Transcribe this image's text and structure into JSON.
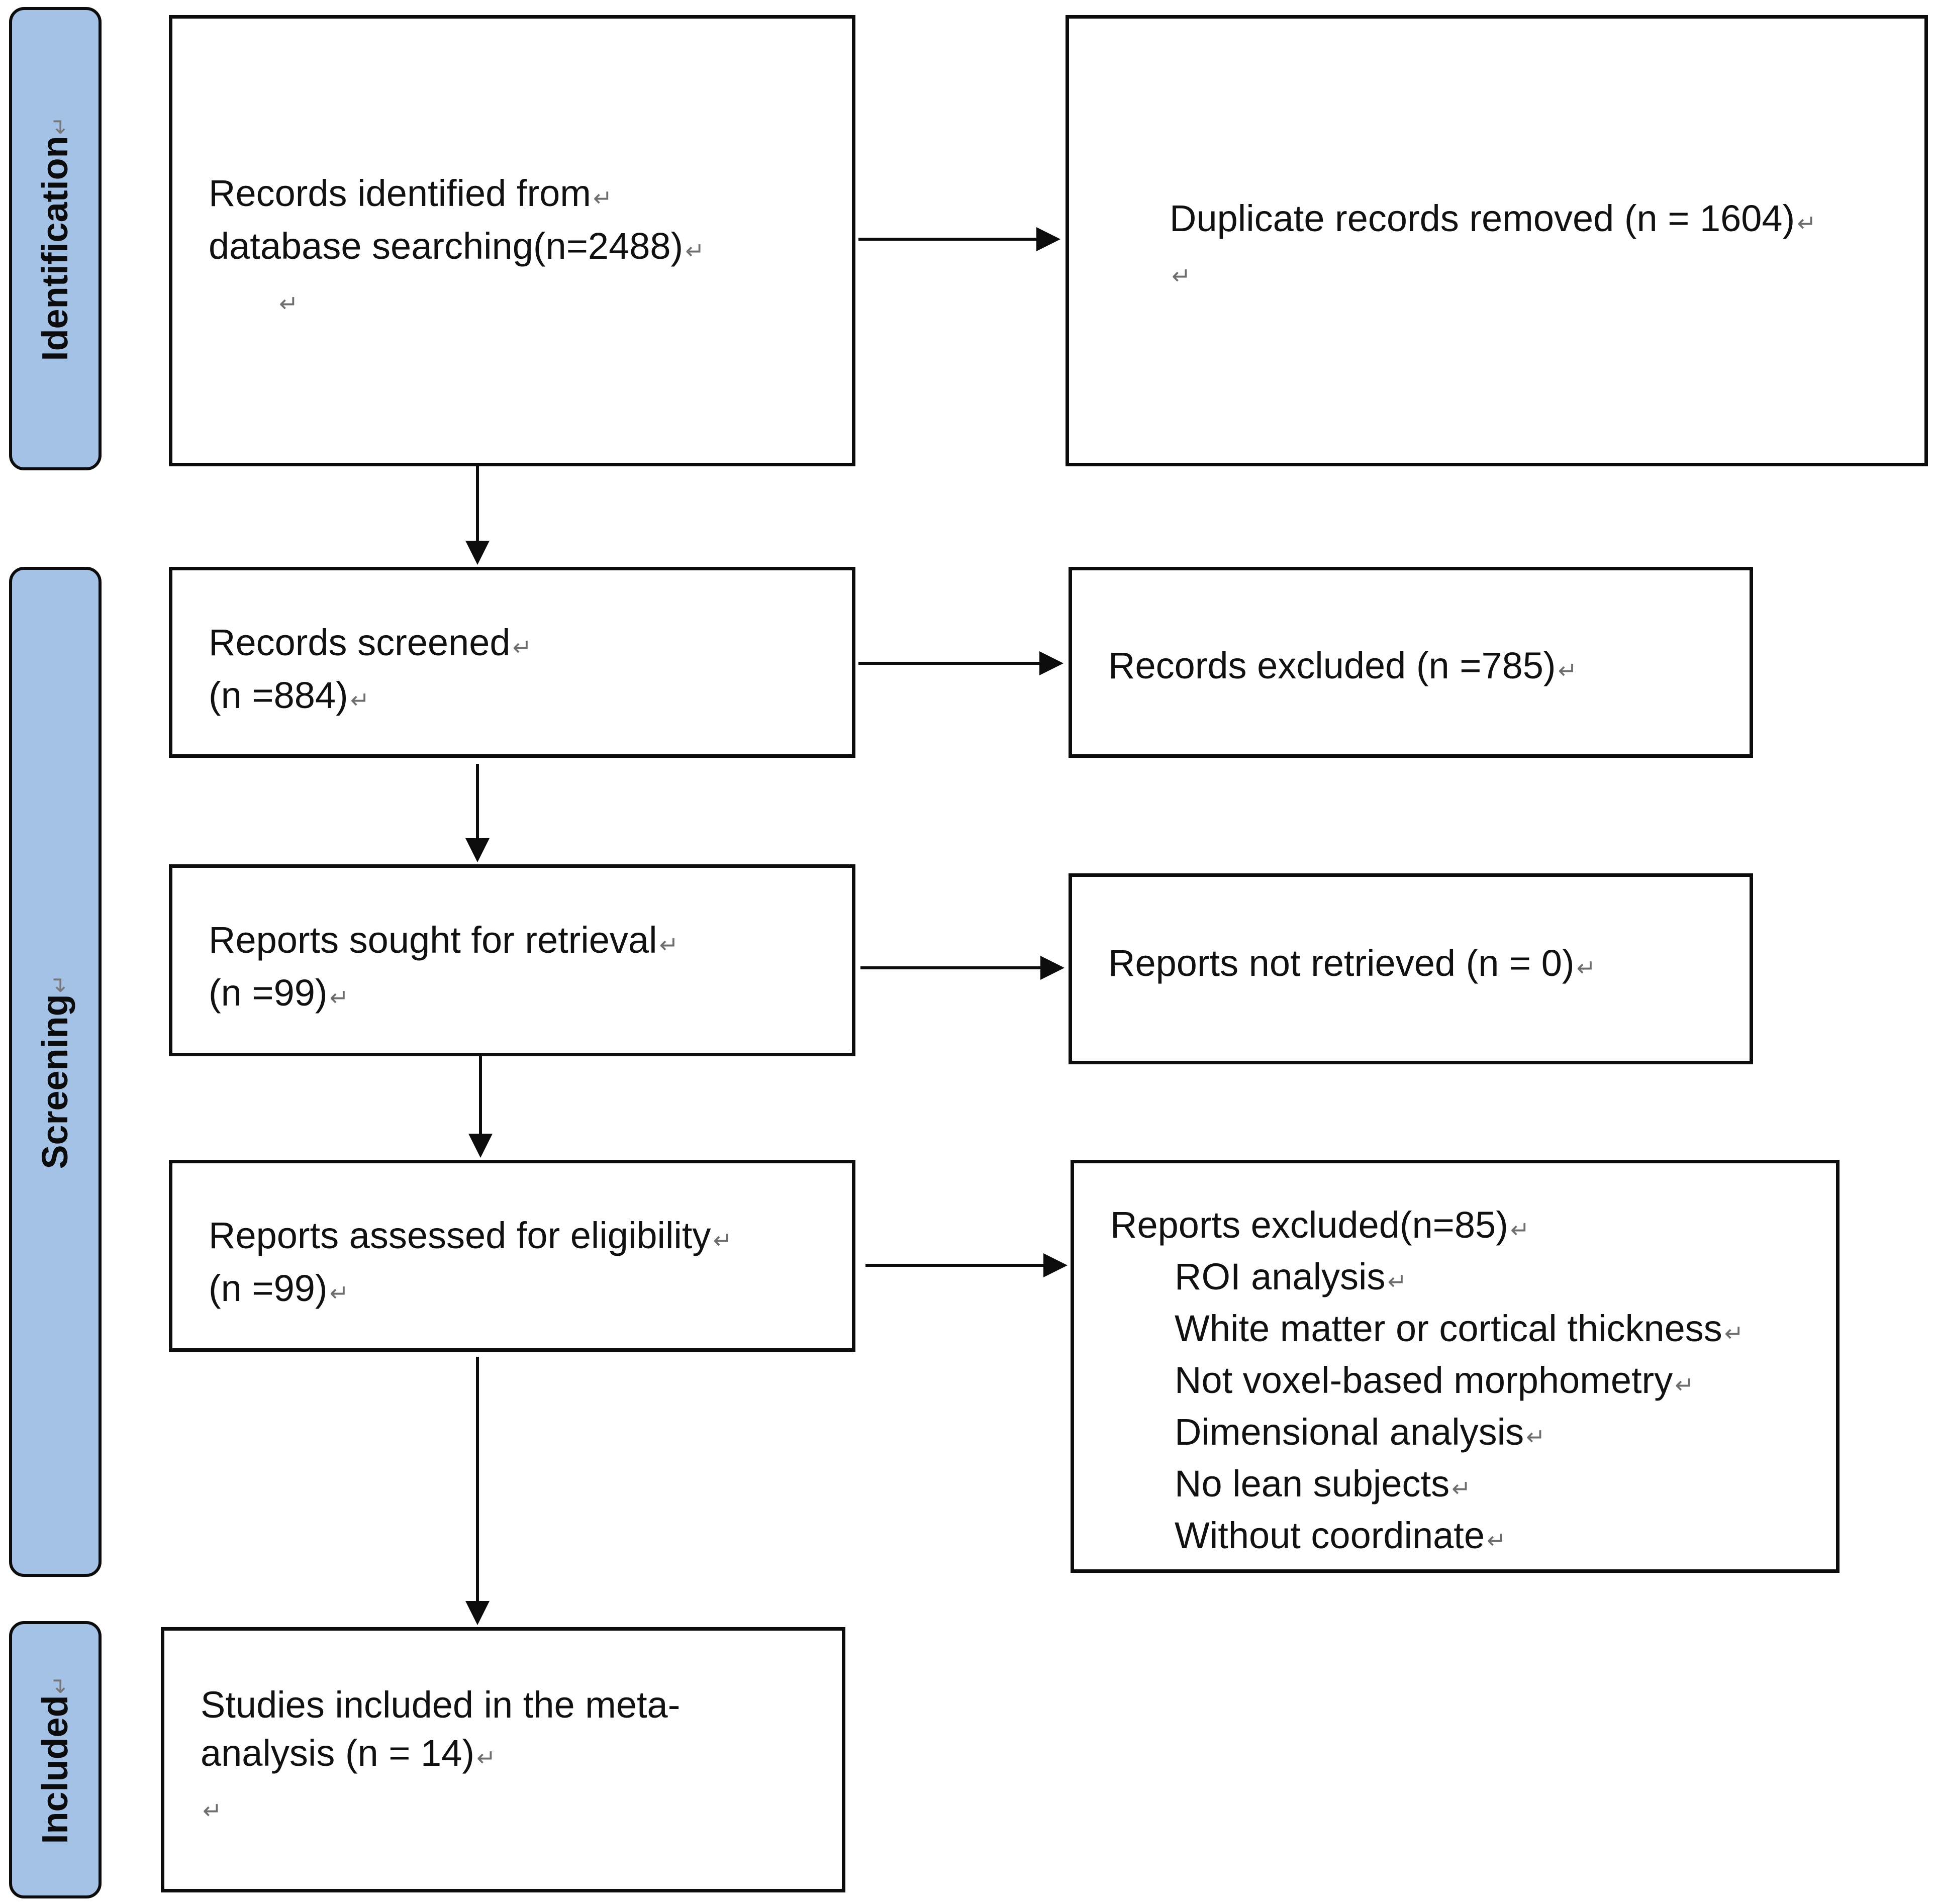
{
  "phases": {
    "identification": "Identification",
    "screening": "Screening",
    "included": "Included"
  },
  "boxes": {
    "records_identified": [
      "Records identified from",
      "database searching(n=2488)"
    ],
    "duplicates_removed": [
      "Duplicate records removed (n = 1604)"
    ],
    "records_screened": [
      "Records screened",
      "(n =884)"
    ],
    "records_excluded": [
      "Records excluded (n =785)"
    ],
    "reports_sought": [
      "Reports sought for retrieval",
      "(n =99)"
    ],
    "reports_not_retrieved": [
      "Reports not retrieved (n = 0)"
    ],
    "reports_assessed": [
      "Reports assessed for eligibility",
      "(n =99)"
    ],
    "reports_excluded": {
      "title": "Reports excluded(n=85)",
      "reasons": [
        "ROI analysis",
        "White matter or cortical thickness",
        "Not voxel-based morphometry",
        "Dimensional analysis",
        "No lean subjects",
        "Without coordinate"
      ]
    },
    "studies_included": [
      "Studies included in the meta-",
      "analysis (n = 14)"
    ]
  },
  "paragraph_mark": "↵"
}
